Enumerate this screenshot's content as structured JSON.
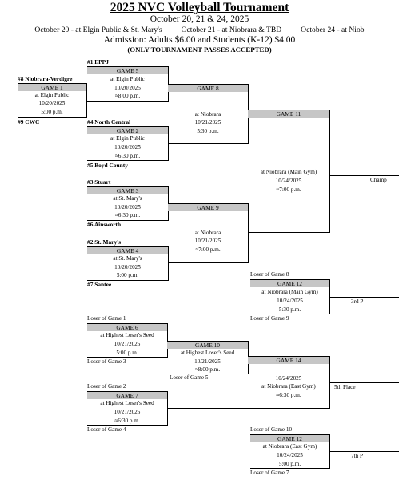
{
  "header": {
    "title": "2025 NVC Volleyball Tournament",
    "dates": "October 20, 21 & 24, 2025",
    "venues": "October 20 - at Elgin Public & St. Mary's          October 21 - at Niobrara & TBD          October 24 - at Niob",
    "admission": "Admission:  Adults $6.00 and Students (K-12) $4.00",
    "passes": "(ONLY TOURNAMENT PASSES ACCEPTED)"
  },
  "teams": {
    "t1": "#1  EPPJ",
    "t8": "#8  Niobrara-Verdigre",
    "t9": "#9  CWC",
    "t4": "#4  North Central",
    "t5": "#5  Boyd County",
    "t3": "#3  Stuart",
    "t6": "#6  Ainsworth",
    "t2": "#2  St. Mary's",
    "t7": "#7  Santee"
  },
  "games": {
    "g1": {
      "label": "GAME 1",
      "site": "at Elgin Public",
      "date": "10/20/2025",
      "time": "5:00 p.m."
    },
    "g5": {
      "label": "GAME 5",
      "site": "at Elgin Public",
      "date": "10/20/2025",
      "time": "≈8:00 p.m."
    },
    "g2": {
      "label": "GAME 2",
      "site": "at Elgin Public",
      "date": "10/20/2025",
      "time": "≈6:30 p.m."
    },
    "g3": {
      "label": "GAME 3",
      "site": "at St. Mary's",
      "date": "10/20/2025",
      "time": "≈6:30 p.m."
    },
    "g4": {
      "label": "GAME 4",
      "site": "at St. Mary's",
      "date": "10/20/2025",
      "time": "5:00 p.m."
    },
    "g8": {
      "label": "GAME 8",
      "site": "at Niobrara",
      "date": "10/21/2025",
      "time": "5:30 p.m."
    },
    "g9": {
      "label": "GAME 9",
      "site": "at Niobrara",
      "date": "10/21/2025",
      "time": "≈7:00 p.m."
    },
    "g11": {
      "label": "GAME 11",
      "site": "at Niobrara (Main Gym)",
      "date": "10/24/2025",
      "time": "≈7:00 p.m."
    },
    "g12a": {
      "label": "GAME 12",
      "site": "at Niobrara (Main Gym)",
      "date": "10/24/2025",
      "time": "5:30 p.m."
    },
    "g6": {
      "label": "GAME 6",
      "site": "at Highest Loser's Seed",
      "date": "10/21/2025",
      "time": "5:00 p.m."
    },
    "g10": {
      "label": "GAME 10",
      "site": "at Highest Loser's Seed",
      "date": "10/21/2025",
      "time": "≈8:00 p.m."
    },
    "g7": {
      "label": "GAME 7",
      "site": "at Highest Loser's Seed",
      "date": "10/21/2025",
      "time": "≈6:30 p.m."
    },
    "g14": {
      "label": "GAME 14",
      "site": "at Niobrara (East Gym)",
      "date": "10/24/2025",
      "time": "≈6:30 p.m."
    },
    "g12b": {
      "label": "GAME 12",
      "site": "at Niobrara (East Gym)",
      "date": "10/24/2025",
      "time": "5:00 p.m."
    }
  },
  "losers": {
    "l8": "Loser of Game 8",
    "l9": "Loser of Game 9",
    "l1": "Loser of Game 1",
    "l3": "Loser of Game 3",
    "l5": "Loser of Game 5",
    "l2": "Loser of Game 2",
    "l4": "Loser of Game 4",
    "l10": "Loser of Game 10",
    "l7": "Loser of Game 7"
  },
  "placements": {
    "champ": "Champ",
    "third": "3rd P",
    "fifth": "5th Place",
    "seventh": "7th P"
  }
}
